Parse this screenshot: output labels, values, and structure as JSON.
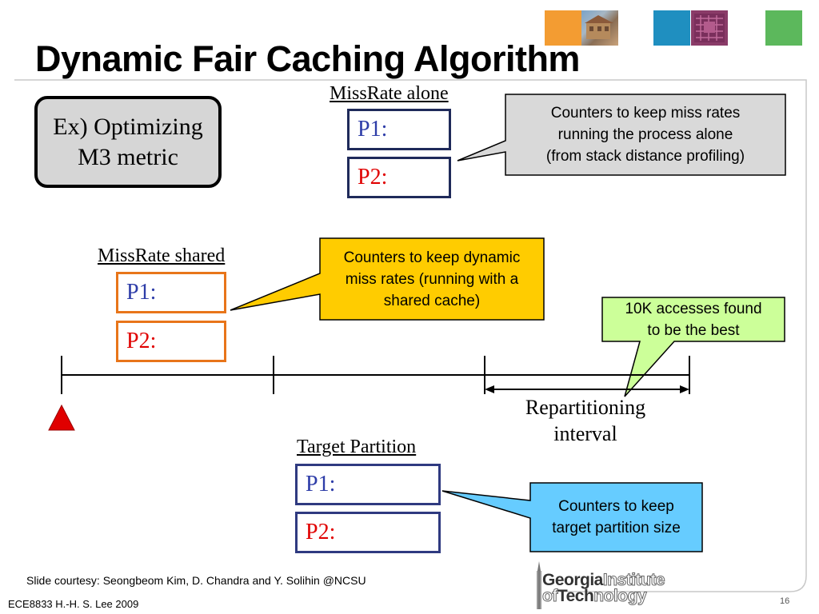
{
  "slide": {
    "title": "Dynamic Fair Caching Algorithm",
    "example_box": {
      "line1": "Ex) Optimizing",
      "line2": "M3 metric"
    },
    "missrate_alone": {
      "label": "MissRate alone",
      "p1": "P1:",
      "p2": "P2:"
    },
    "missrate_shared": {
      "label": "MissRate shared",
      "p1": "P1:",
      "p2": "P2:"
    },
    "target_partition": {
      "label": "Target Partition",
      "p1": "P1:",
      "p2": "P2:"
    },
    "callouts": {
      "alone": {
        "line1": "Counters to keep miss rates",
        "line2": "running the process alone",
        "line3": "(from stack distance profiling)",
        "fill": "#d9d9d9"
      },
      "shared": {
        "line1": "Counters to keep dynamic",
        "line2": "miss rates (running with a",
        "line3": "shared cache)",
        "fill": "#ffcc00"
      },
      "accesses": {
        "line1": "10K accesses found",
        "line2": "to be the best",
        "fill": "#ccff99"
      },
      "target": {
        "line1": "Counters to keep",
        "line2": "target partition size",
        "fill": "#66ccff"
      }
    },
    "interval": {
      "line1": "Repartitioning",
      "line2": "interval"
    },
    "marker_color": "#e00000",
    "accent_colors": [
      "#f39c32",
      "#1f8fc0",
      "#5cb85c"
    ]
  },
  "footer": {
    "courtesy": "Slide courtesy: Seongbeom Kim, D. Chandra and Y. Solihin @NCSU",
    "course": "ECE8833  H.-H. S. Lee  2009",
    "page_number": "16",
    "logo": {
      "line1a": "Georgia",
      "line1b": "Institute",
      "line2a": "of",
      "line2b": "Tech",
      "line2c": "nology"
    }
  }
}
